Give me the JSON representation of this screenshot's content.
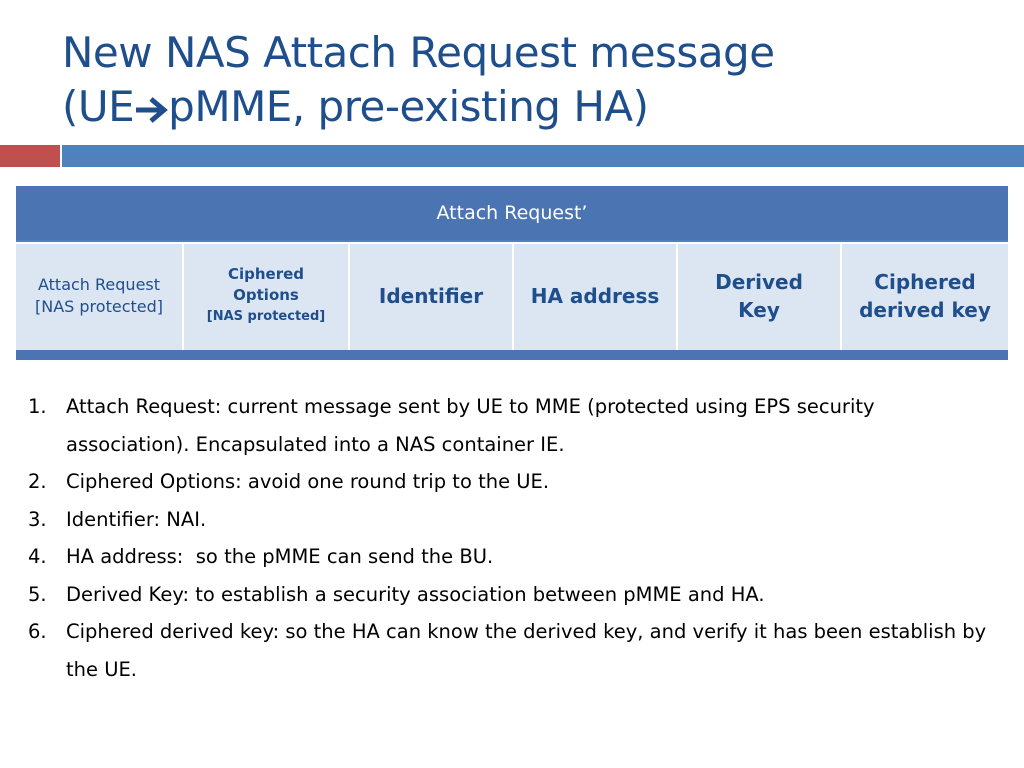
{
  "title": {
    "line1": "New NAS Attach Request message",
    "line2_start": "(UE",
    "line2_end": "pMME, pre-existing HA)"
  },
  "colors": {
    "title": "#1f4e8c",
    "accent_red": "#c0504d",
    "accent_blue": "#4f81bd",
    "cell_fill": "#dce6f2"
  },
  "table": {
    "header": "Attach Request’",
    "cells": [
      {
        "line1": "Attach Request",
        "line2": "[NAS protected]"
      },
      {
        "line1": "Ciphered",
        "line2": "Options",
        "line3": "[NAS protected]"
      },
      {
        "line1": "Identifier"
      },
      {
        "line1": "HA address"
      },
      {
        "line1": "Derived",
        "line2": "Key"
      },
      {
        "line1": "Ciphered",
        "line2": "derived key"
      }
    ]
  },
  "items": [
    {
      "num": "1.",
      "text": "Attach Request: current message sent by UE to MME (protected using EPS security association). Encapsulated into a NAS container IE."
    },
    {
      "num": "2.",
      "text": "Ciphered Options: avoid one round trip to the UE."
    },
    {
      "num": "3.",
      "text": "Identifier: NAI."
    },
    {
      "num": "4.",
      "text": "HA address:  so the pMME can send the BU."
    },
    {
      "num": "5.",
      "text": "Derived Key: to establish a security association between pMME and HA."
    },
    {
      "num": "6.",
      "text": "Ciphered derived key: so the HA can know the derived key, and verify it has been establish by the UE."
    }
  ]
}
